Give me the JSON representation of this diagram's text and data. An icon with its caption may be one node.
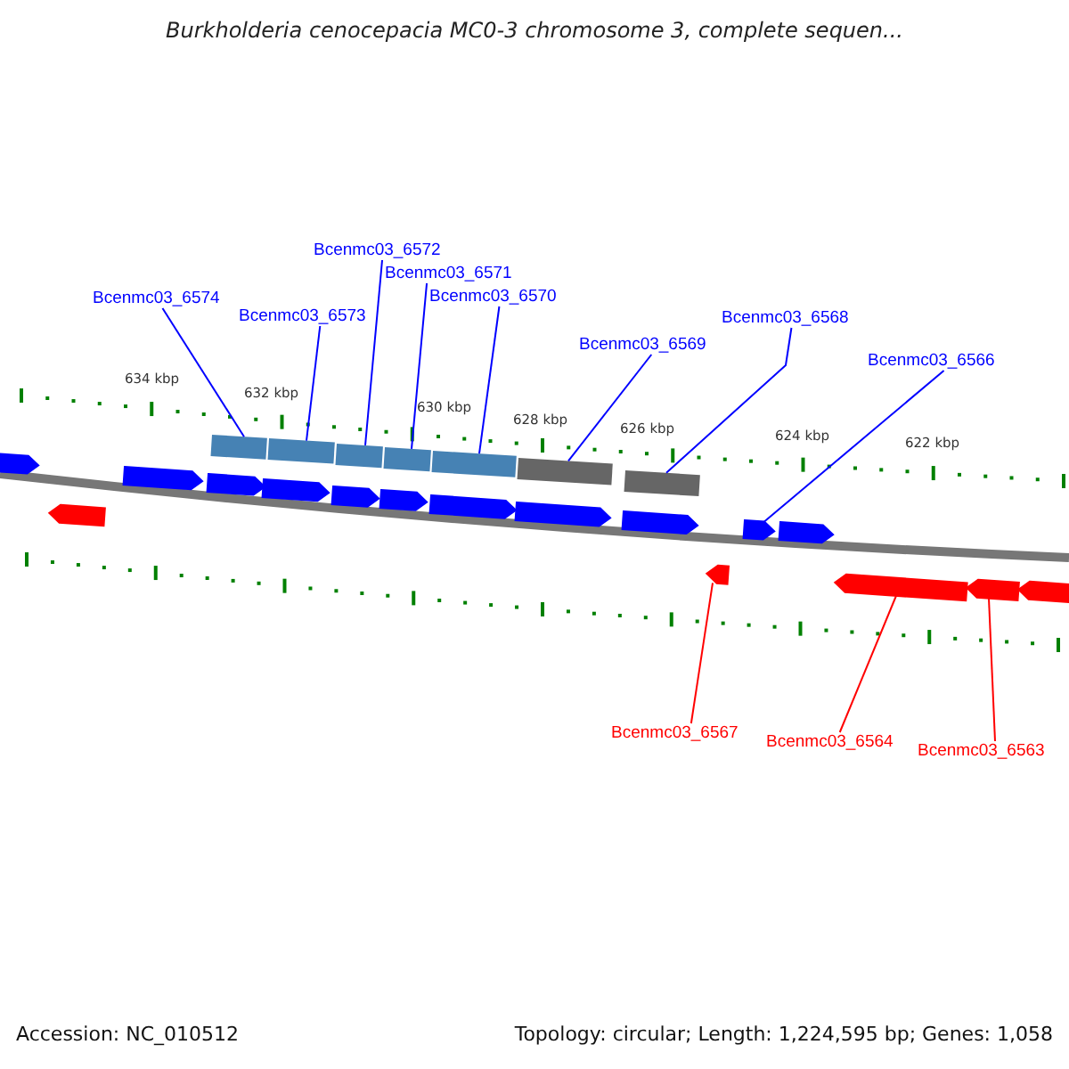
{
  "diagram": {
    "title": "Burkholderia cenocepacia MC0-3 chromosome 3, complete sequen...",
    "nodes": [
      {
        "text": [
          "Bcenmc03_6572"
        ]
      },
      {
        "text": [
          "Bcenmc03_6571"
        ]
      },
      {
        "text": [
          "Bcenmc03_6574"
        ]
      },
      {
        "text": [
          "Bcenmc03_6570"
        ]
      },
      {
        "text": [
          "Bcenmc03_6573"
        ]
      },
      {
        "text": [
          "Bcenmc03_6568"
        ]
      },
      {
        "text": [
          "Bcenmc03_6569"
        ]
      },
      {
        "text": [
          "Bcenmc03_6566"
        ]
      },
      {
        "text": [
          "Bcenmc03_6567"
        ]
      },
      {
        "text": [
          "Bcenmc03_6564"
        ]
      },
      {
        "text": [
          "Bcenmc03_6563"
        ]
      },
      {
        "text": [],
        "shape": "arrow"
      },
      {
        "text": [],
        "shape": "arrow"
      },
      {
        "text": [],
        "shape": "arrow"
      },
      {
        "text": [],
        "shape": "arrow"
      },
      {
        "text": [],
        "shape": "bar"
      },
      {
        "text": [],
        "shape": "arrow"
      },
      {
        "text": [],
        "shape": "bar"
      },
      {
        "text": [],
        "shape": "arrow"
      },
      {
        "text": [],
        "shape": "bar"
      },
      {
        "text": [],
        "shape": "arrow"
      },
      {
        "text": [],
        "shape": "bar"
      },
      {
        "text": [],
        "shape": "arrow"
      },
      {
        "text": [],
        "shape": "bar"
      },
      {
        "text": [],
        "shape": "arrow"
      },
      {
        "text": [],
        "shape": "bar"
      },
      {
        "text": [],
        "shape": "arrow"
      },
      {
        "text": [],
        "shape": "bar"
      },
      {
        "text": [],
        "shape": "arrow"
      },
      {
        "text": [],
        "shape": "arrow"
      },
      {
        "text": [],
        "shape": "arrow"
      },
      {
        "text": [],
        "shape": "arrow"
      },
      {
        "text": [],
        "shape": "arrow"
      },
      {
        "text": [],
        "shape": "arrow"
      }
    ],
    "edges": [
      {
        "from": 0,
        "to": 19,
        "arrow": "none"
      },
      {
        "from": 1,
        "to": 21,
        "arrow": "none"
      },
      {
        "from": 2,
        "to": 15,
        "arrow": "none"
      },
      {
        "from": 3,
        "to": 23,
        "arrow": "none"
      },
      {
        "from": 4,
        "to": 17,
        "arrow": "none"
      },
      {
        "from": 5,
        "to": 27,
        "arrow": "none"
      },
      {
        "from": 6,
        "to": 25,
        "arrow": "none"
      },
      {
        "from": 7,
        "to": 29,
        "arrow": "none"
      },
      {
        "from": 8,
        "to": 28,
        "arrow": "none",
        "color": "#ff0000"
      },
      {
        "from": 9,
        "to": 31,
        "arrow": "none",
        "color": "#ff0000"
      },
      {
        "from": 10,
        "to": 32,
        "arrow": "none",
        "color": "#ff0000"
      }
    ],
    "labels": [
      "634 kbp",
      "632 kbp",
      "630 kbp",
      "628 kbp",
      "626 kbp",
      "624 kbp",
      "622 kbp",
      "Accession: NC_010512",
      "Topology: circular; Length: 1,224,595 bp; Genes: 1,058"
    ]
  }
}
